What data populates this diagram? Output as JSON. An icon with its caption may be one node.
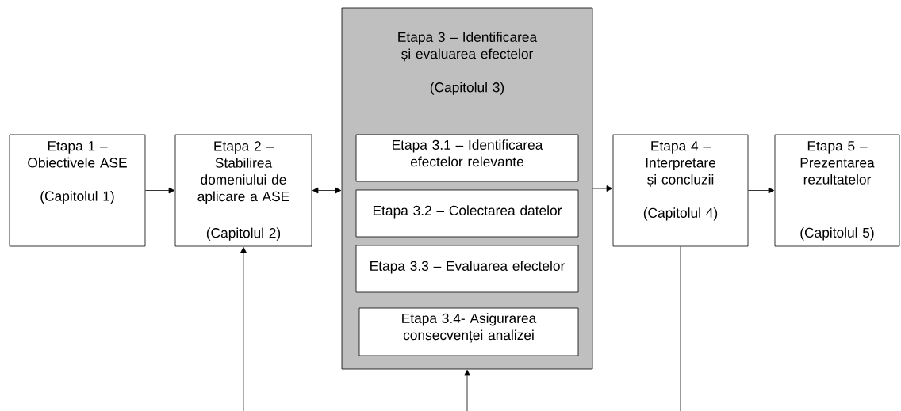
{
  "diagram": {
    "nodes": [
      {
        "text": [
          "Etapa 1 – Obiectivele ASE",
          "(Capitolul 1)"
        ]
      },
      {
        "text": [
          "Etapa 2 – Stabilirea domeniului de aplicare a ASE",
          "(Capitolul 2)"
        ]
      },
      {
        "text": [
          "Etapa 3 – Identificarea și evaluarea efectelor",
          "(Capitolul 3)"
        ]
      },
      {
        "text": [
          "Etapa 3.1 – Identificarea efectelor relevante"
        ],
        "in": 2
      },
      {
        "text": [
          "Etapa 3.2 – Colectarea datelor"
        ],
        "in": 2
      },
      {
        "text": [
          "Etapa 3.3 – Evaluarea efectelor"
        ],
        "in": 2
      },
      {
        "text": [
          "Etapa 3.4- Asigurarea consecvenței analizei"
        ],
        "in": 2
      },
      {
        "text": [
          "Etapa 4 – Interpretare și concluzii",
          "(Capitolul 4)"
        ]
      },
      {
        "text": [
          "Etapa 5 – Prezentarea rezultatelor",
          "(Capitolul 5)"
        ]
      }
    ],
    "edges": [
      {
        "from": 0,
        "to": 1,
        "arrow": "to"
      },
      {
        "from": 1,
        "to": 2,
        "arrow": "both"
      },
      {
        "from": 2,
        "to": 7,
        "arrow": "to"
      },
      {
        "from": 7,
        "to": 8,
        "arrow": "to"
      },
      {
        "from": null,
        "to": 1,
        "arrow": "to"
      },
      {
        "from": null,
        "to": 2,
        "arrow": "to"
      },
      {
        "from": 7,
        "to": null,
        "arrow": "none"
      }
    ]
  }
}
